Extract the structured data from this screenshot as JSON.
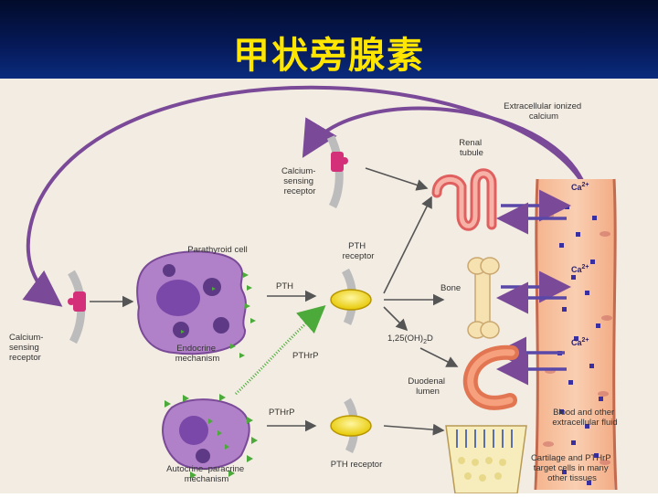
{
  "slide": {
    "title": "甲状旁腺素"
  },
  "diagram": {
    "labels": {
      "extracellular": [
        "Extracellular ionized",
        "calcium"
      ],
      "casr_top": [
        "Calcium-",
        "sensing",
        "receptor"
      ],
      "renal": [
        "Renal",
        "tubule"
      ],
      "pth_receptor_top": [
        "PTH",
        "receptor"
      ],
      "parathyroid_cell": "Parathyroid cell",
      "pth": "PTH",
      "bone": "Bone",
      "vitd": "1,25(OH)",
      "vitd_sub": "2",
      "vitd_end": "D",
      "pthrp_mid": "PTHrP",
      "endocrine": [
        "Endocrine",
        "mechanism"
      ],
      "casr_left": [
        "Calcium-",
        "sensing",
        "receptor"
      ],
      "duodenal": [
        "Duodenal",
        "lumen"
      ],
      "pthrp_lower": "PTHrP",
      "blood": [
        "Blood and other",
        "extracellular fluid"
      ],
      "autocrine": [
        "Autocrine–paracrine",
        "mechanism"
      ],
      "pth_receptor_bottom": "PTH receptor",
      "cartilage": [
        "Cartilage and PTHrP",
        "target cells in many",
        "other tissues"
      ],
      "ca": "Ca",
      "ca_sup": "2+"
    }
  }
}
